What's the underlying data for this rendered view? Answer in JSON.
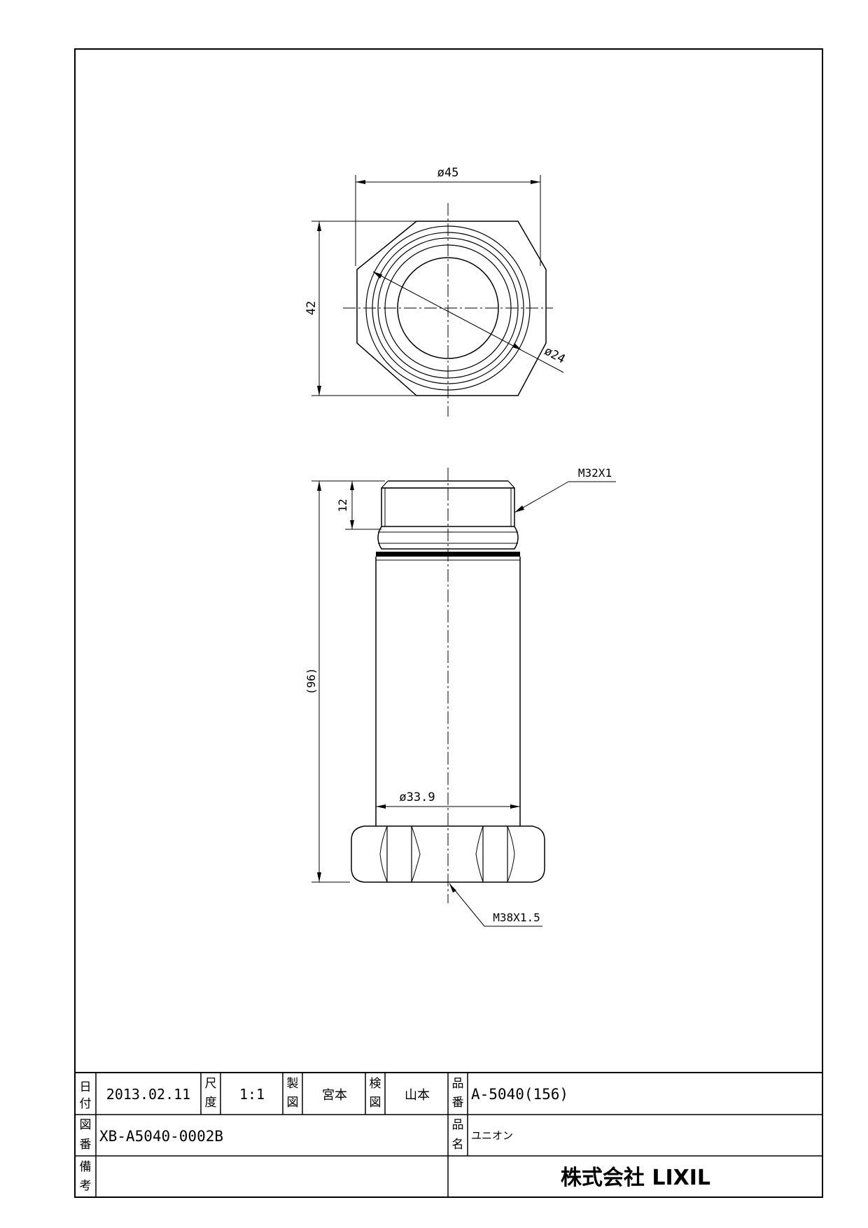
{
  "drawing": {
    "top_view": {
      "dim_outer_diameter": "ø45",
      "dim_across_flats": "42",
      "dim_inner_diameter": "ø24"
    },
    "side_view": {
      "dim_thread_top": "M32X1",
      "dim_thread_length": "12",
      "dim_total_length": "(96)",
      "dim_body_diameter": "ø33.9",
      "dim_thread_bottom": "M38X1.5"
    }
  },
  "title_block": {
    "date_label": "日付",
    "date_value": "2013.02.11",
    "scale_label": "尺度",
    "scale_value": "1:1",
    "drawn_label": "製図",
    "drawn_value": "宮本",
    "checked_label": "検図",
    "checked_value": "山本",
    "part_no_label": "品番",
    "part_no_value": "A-5040(156)",
    "drawing_no_label": "図番",
    "drawing_no_value": "XB-A5040-0002B",
    "part_name_label": "品名",
    "part_name_value": "ユニオン",
    "remarks_label": "備考",
    "remarks_value": "",
    "company": "株式会社 LIXIL"
  }
}
